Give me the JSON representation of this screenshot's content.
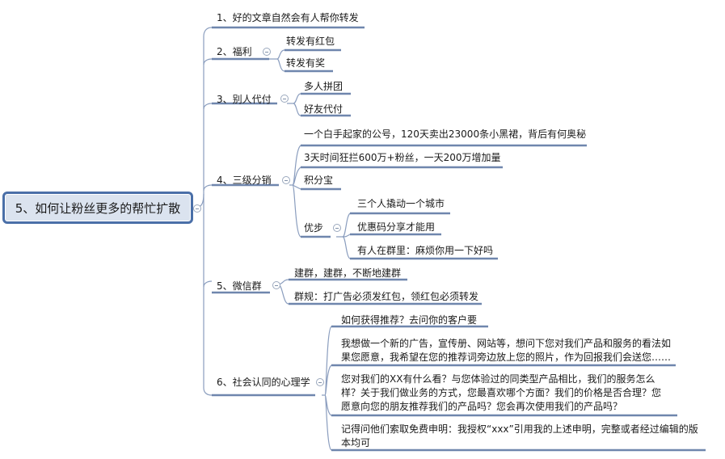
{
  "root": {
    "label": "5、如何让粉丝更多的帮忙扩散"
  },
  "branches": [
    {
      "label": "1、好的文章自然会有人帮你转发"
    },
    {
      "label": "2、福利",
      "children": [
        {
          "label": "转发有红包"
        },
        {
          "label": "转发有奖"
        }
      ]
    },
    {
      "label": "3、别人代付",
      "children": [
        {
          "label": "多人拼团"
        },
        {
          "label": "好友代付"
        }
      ]
    },
    {
      "label": "4、三级分销",
      "children": [
        {
          "label": "一个白手起家的公号，120天卖出23000条小黑裙，背后有何奥秘"
        },
        {
          "label": "3天时间狂拦600万+粉丝，一天200万增加量"
        },
        {
          "label": "积分宝"
        },
        {
          "label": "优步",
          "children": [
            {
              "label": "三个人撬动一个城市"
            },
            {
              "label": "优惠码分享才能用"
            },
            {
              "label": "有人在群里：麻烦你用一下好吗"
            }
          ]
        }
      ]
    },
    {
      "label": "5、微信群",
      "children": [
        {
          "label": "建群，建群，不断地建群"
        },
        {
          "label": "群规：打广告必须发红包，领红包必须转发"
        }
      ]
    },
    {
      "label": "6、社会认同的心理学",
      "children": [
        {
          "label": "如何获得推荐？去问你的客户要"
        },
        {
          "label": "我想做一个新的广告，宣传册、网站等，想问下您对我们产品和服务的看法如果您愿意，我希望在您的推荐词旁边放上您的照片，作为回报我们会送您……"
        },
        {
          "label": "您对我们的XX有什么看？与您体验过的同类型产品相比，我们的服务怎么样？关于我们做业务的方式，您最喜欢哪个方面？我们的价格是否合理？您愿意向您的朋友推荐我们的产品吗？您会再次使用我们的产品吗？"
        },
        {
          "label": "记得问他们索取免费申明：我授权“xxx”引用我的上述申明，完整或者经过编辑的版本均可"
        }
      ]
    }
  ],
  "colors": {
    "line": "#6f86ad",
    "connector": "#7d93b8",
    "root_border": "#4a6fa8",
    "root_fill": "#dbe3ef"
  }
}
